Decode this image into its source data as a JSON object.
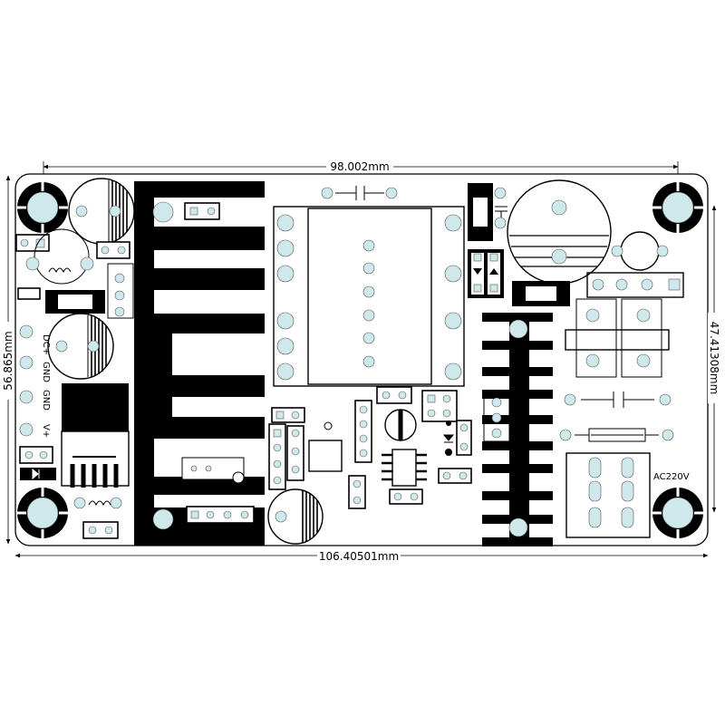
{
  "board": {
    "dimensions": {
      "top_width": "98.002mm",
      "bottom_width": "106.40501mm",
      "left_height": "56.865mm",
      "right_height": "47.41308mm"
    },
    "silkscreen": {
      "dc_plus": "DC+",
      "gnd_1": "GND",
      "gnd_2": "GND",
      "v_plus": "V+",
      "ac_input": "AC220V"
    }
  }
}
